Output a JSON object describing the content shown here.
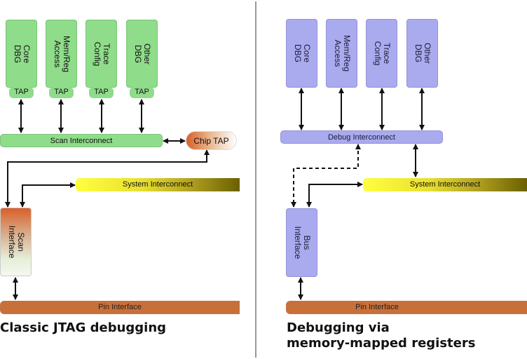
{
  "left": {
    "title": "Classic JTAG debugging",
    "modules": [
      {
        "label": "Core\nDBG",
        "tap": "TAP"
      },
      {
        "label": "Mem/Reg\nAccess",
        "tap": "TAP"
      },
      {
        "label": "Trace\nConfig",
        "tap": "TAP"
      },
      {
        "label": "Other\nDBG",
        "tap": "TAP"
      }
    ],
    "scan_interconnect": "Scan Interconnect",
    "chip_tap": "Chip TAP",
    "system_interconnect": "System Interconnect",
    "scan_interface": "Scan\nInterface",
    "pin_interface": "Pin Interface"
  },
  "right": {
    "title_line1": "Debugging via",
    "title_line2": "memory-mapped registers",
    "modules": [
      {
        "label": "Core\nDBG"
      },
      {
        "label": "Mem/Reg\nAccess"
      },
      {
        "label": "Trace\nConfig"
      },
      {
        "label": "Other\nDBG"
      }
    ],
    "debug_interconnect": "Debug Interconnect",
    "system_interconnect": "System Interconnect",
    "bus_interface": "Bus\nInterface",
    "pin_interface": "Pin Interface"
  },
  "colors": {
    "green": "#8fdc8a",
    "purple": "#aaaaee",
    "pin": "#c8703a",
    "divider": "#999999"
  }
}
